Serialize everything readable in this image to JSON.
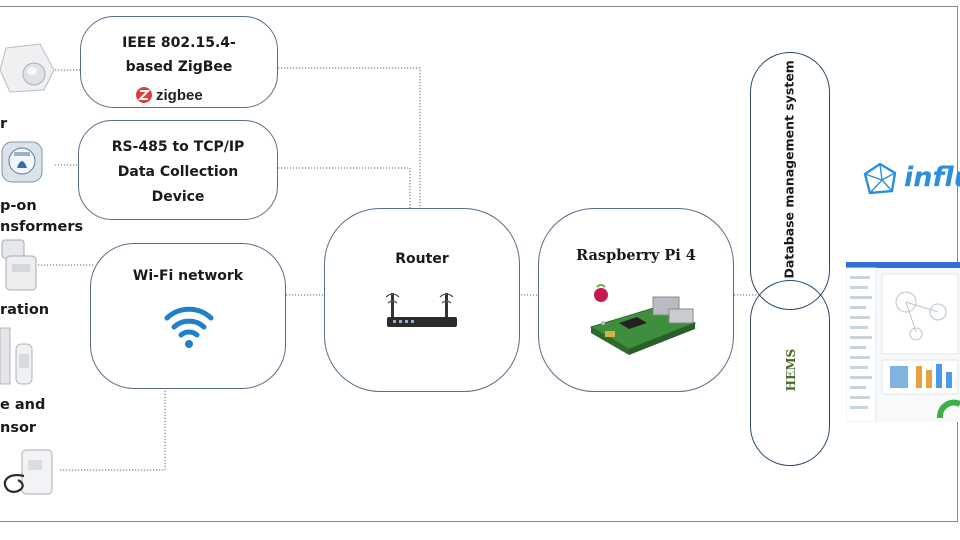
{
  "nodes": {
    "zigbee": {
      "lines": [
        "IEEE 802.15.4-",
        "based ZigBee"
      ],
      "logo": "zigbee"
    },
    "rs485": {
      "lines": [
        "RS-485 to TCP/IP",
        "Data Collection",
        "Device"
      ]
    },
    "wifi": {
      "title": "Wi-Fi network",
      "icon": "wifi-icon"
    },
    "router": {
      "title": "Router",
      "icon": "router-icon"
    },
    "rpi": {
      "title": "Raspberry Pi 4",
      "icon": "raspberry-pi-board-icon"
    },
    "database": {
      "label": "Database management system"
    },
    "hems": {
      "label": "HEMS"
    },
    "influx": {
      "text": "influ",
      "icon": "influxdb-logo-icon"
    }
  },
  "sensors": {
    "meter": "r",
    "clamp_line1": "p-on",
    "clamp_line2": "nsformers",
    "vibration": "ration",
    "temp_line1": "e and",
    "temp_line2": "nsor"
  },
  "colors": {
    "box_border": "#5b6f86",
    "wire": "#6f87a3",
    "pill_border": "#2c4a6a",
    "wifi": "#1f7fc8",
    "influx": "#2a8fdc",
    "zigbee": "#e23b3b",
    "hems_text": "#4b6a2a"
  }
}
